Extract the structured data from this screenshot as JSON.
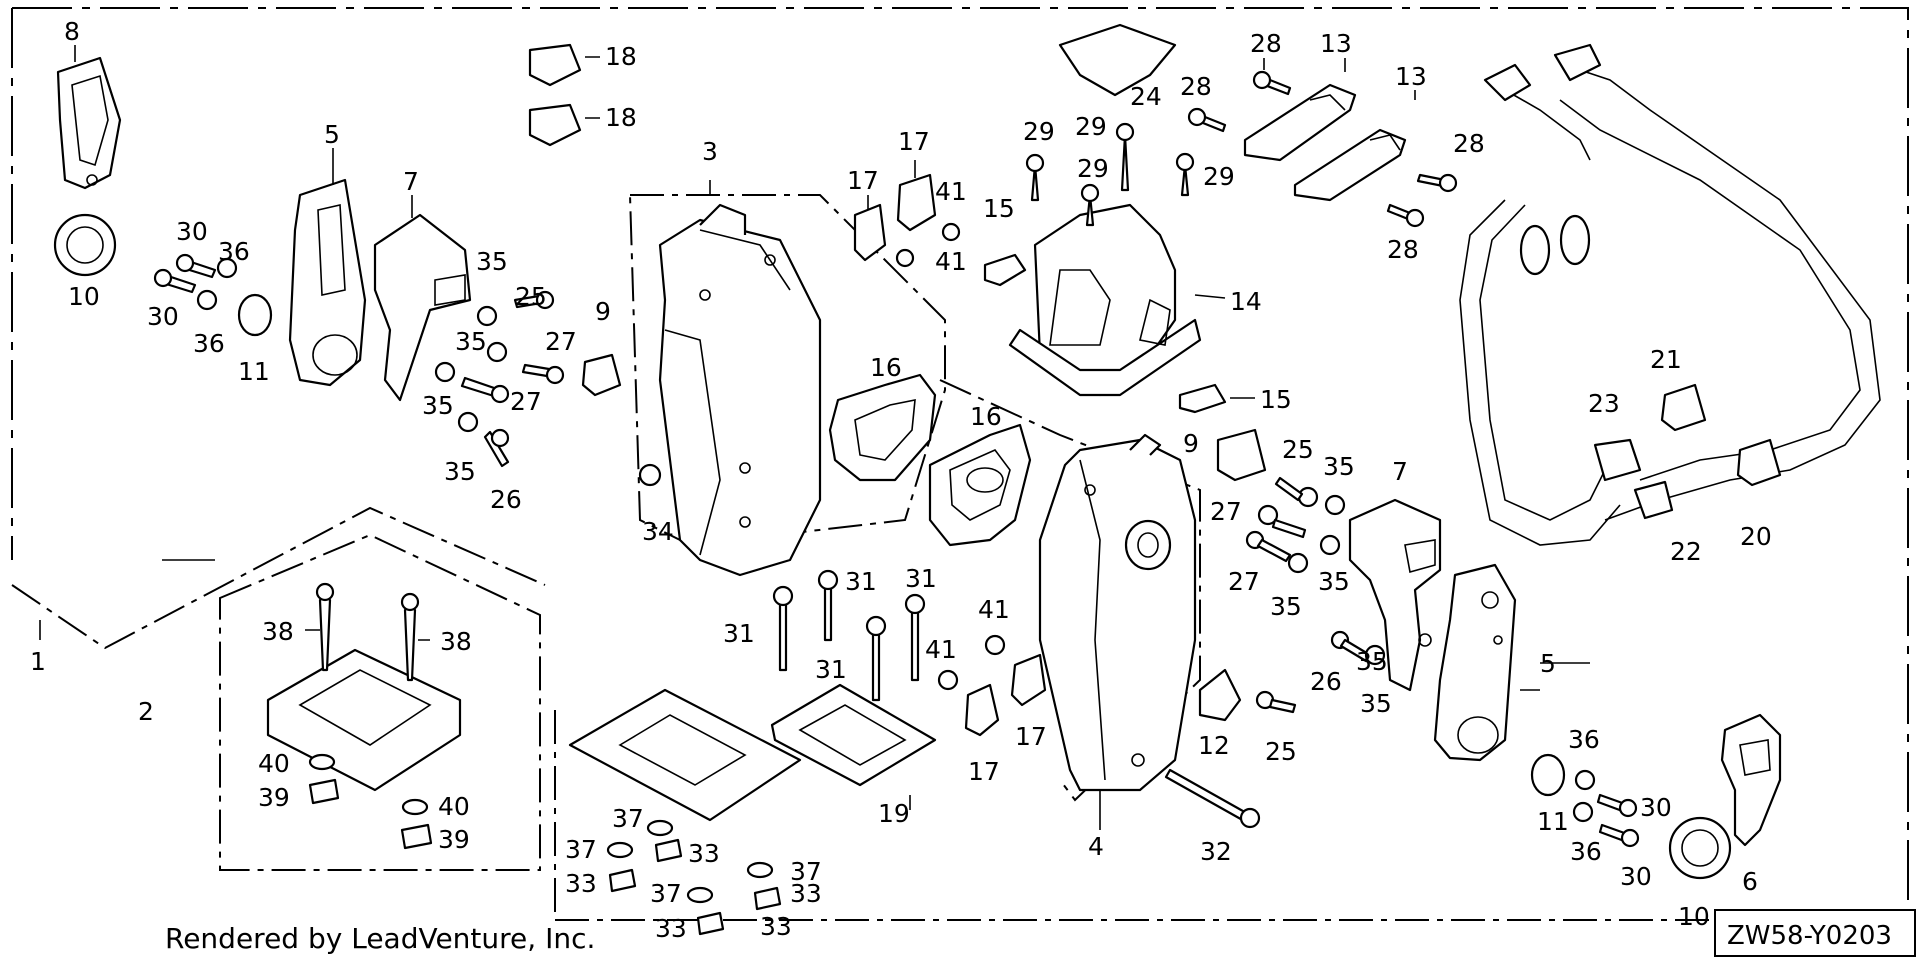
{
  "credit": "Rendered by LeadVenture, Inc.",
  "diagram_code": "ZW58-Y0203",
  "callouts": [
    "8",
    "18",
    "18",
    "5",
    "7",
    "3",
    "17",
    "17",
    "41",
    "41",
    "29",
    "29",
    "29",
    "29",
    "28",
    "13",
    "13",
    "28",
    "28",
    "28",
    "24",
    "15",
    "14",
    "15",
    "10",
    "30",
    "36",
    "30",
    "36",
    "11",
    "35",
    "25",
    "35",
    "27",
    "35",
    "27",
    "35",
    "26",
    "9",
    "16",
    "16",
    "34",
    "9",
    "25",
    "35",
    "27",
    "35",
    "27",
    "35",
    "35",
    "7",
    "21",
    "23",
    "20",
    "22",
    "5",
    "26",
    "35",
    "31",
    "31",
    "31",
    "31",
    "41",
    "41",
    "17",
    "17",
    "38",
    "38",
    "1",
    "2",
    "40",
    "39",
    "40",
    "39",
    "37",
    "37",
    "33",
    "33",
    "37",
    "33",
    "33",
    "37",
    "33",
    "19",
    "12",
    "25",
    "4",
    "32",
    "36",
    "30",
    "11",
    "36",
    "30",
    "6",
    "10"
  ]
}
